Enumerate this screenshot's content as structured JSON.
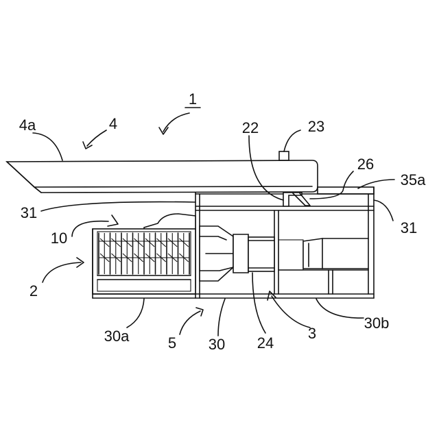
{
  "figure": {
    "labels": {
      "l1": "1",
      "l4a": "4a",
      "l4": "4",
      "l22": "22",
      "l23": "23",
      "l26": "26",
      "l35a": "35a",
      "l31_left": "31",
      "l31_right": "31",
      "l10": "10",
      "l2": "2",
      "l30a": "30a",
      "l5": "5",
      "l30": "30",
      "l24": "24",
      "l3": "3",
      "l30b": "30b"
    },
    "colors": {
      "line": "#111111",
      "background": "#ffffff"
    }
  }
}
